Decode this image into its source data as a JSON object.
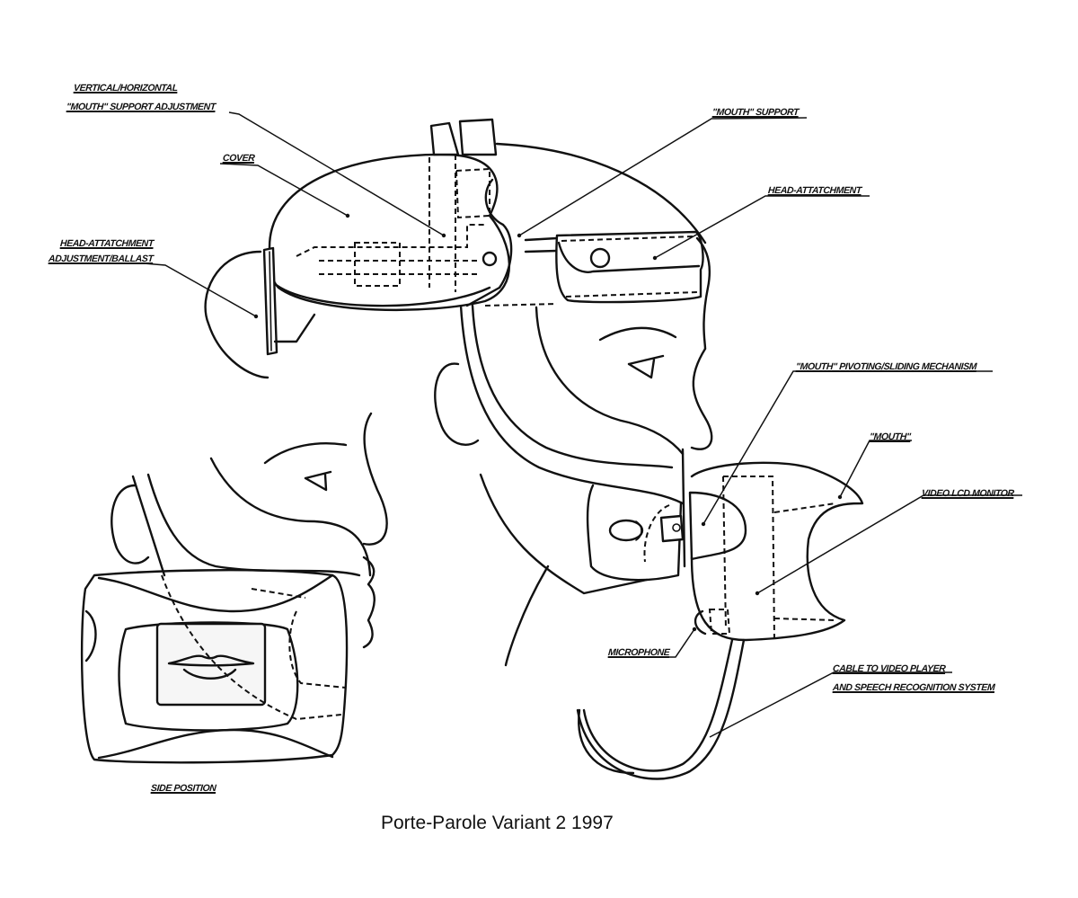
{
  "figure": {
    "title": "Porte-Parole Variant 2  1997",
    "type": "technical patent-style line drawing"
  },
  "labels": {
    "vertical_horizontal": "VERTICAL/HORIZONTAL",
    "mouth_support_adjustment": "\"MOUTH\" SUPPORT ADJUSTMENT",
    "cover": "COVER",
    "head_attachment_adjustment_line1": "HEAD-ATTATCHMENT",
    "head_attachment_adjustment_line2": "ADJUSTMENT/BALLAST",
    "mouth_support": "\"MOUTH\" SUPPORT",
    "head_attachment": "HEAD-ATTATCHMENT",
    "mouth_pivoting_mechanism": "\"MOUTH\" PIVOTING/SLIDING MECHANISM",
    "mouth": "\"MOUTH\"",
    "video_lcd_monitor": "VIDEO LCD MONITOR",
    "microphone": "MICROPHONE",
    "cable_line1": "CABLE TO VIDEO PLAYER",
    "cable_line2": "AND SPEECH RECOGNITION SYSTEM",
    "side_position": "SIDE POSITION"
  },
  "parts": [
    "head-attachment-ballast",
    "cover",
    "mouth-support",
    "head-attachment-strap",
    "pivoting-sliding-mechanism",
    "mouth-monitor",
    "microphone",
    "cable",
    "side-position-view"
  ]
}
